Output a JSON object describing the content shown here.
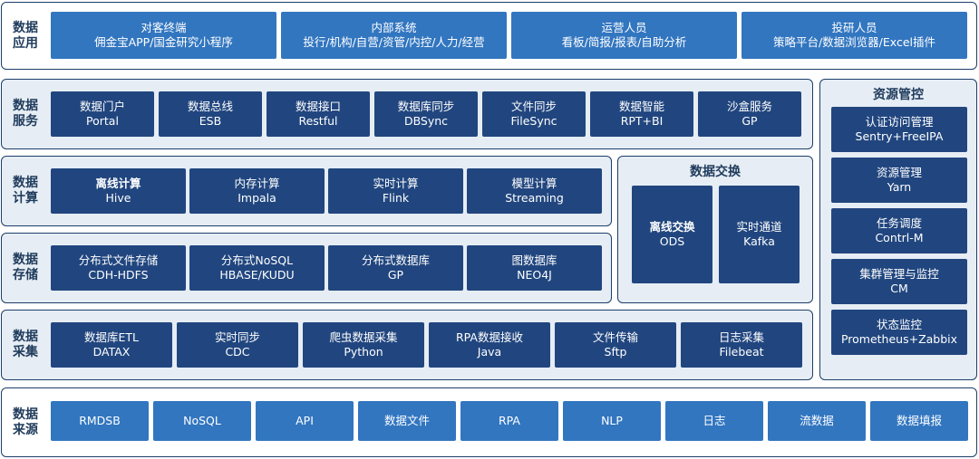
{
  "layers": {
    "application": {
      "title": [
        "数据",
        "应用"
      ],
      "items": [
        {
          "l1": "对客终端",
          "l2": "佣金宝APP/国金研究小程序"
        },
        {
          "l1": "内部系统",
          "l2": "投行/机构/自营/资管/内控/人力/经营"
        },
        {
          "l1": "运营人员",
          "l2": "看板/简报/报表/自助分析"
        },
        {
          "l1": "投研人员",
          "l2": "策略平台/数据浏览器/Excel插件"
        }
      ]
    },
    "service": {
      "title": [
        "数据",
        "服务"
      ],
      "items": [
        {
          "l1": "数据门户",
          "l2": "Portal"
        },
        {
          "l1": "数据总线",
          "l2": "ESB"
        },
        {
          "l1": "数据接口",
          "l2": "Restful"
        },
        {
          "l1": "数据库同步",
          "l2": "DBSync"
        },
        {
          "l1": "文件同步",
          "l2": "FileSync"
        },
        {
          "l1": "数据智能",
          "l2": "RPT+BI"
        },
        {
          "l1": "沙盒服务",
          "l2": "GP"
        }
      ]
    },
    "compute": {
      "title": [
        "数据",
        "计算"
      ],
      "items": [
        {
          "l1": "离线计算",
          "l2": "Hive"
        },
        {
          "l1": "内存计算",
          "l2": "Impala"
        },
        {
          "l1": "实时计算",
          "l2": "Flink"
        },
        {
          "l1": "模型计算",
          "l2": "Streaming"
        }
      ]
    },
    "storage": {
      "title": [
        "数据",
        "存储"
      ],
      "items": [
        {
          "l1": "分布式文件存储",
          "l2": "CDH-HDFS"
        },
        {
          "l1": "分布式NoSQL",
          "l2": "HBASE/KUDU"
        },
        {
          "l1": "分布式数据库",
          "l2": "GP"
        },
        {
          "l1": "图数据库",
          "l2": "NEO4J"
        }
      ]
    },
    "collect": {
      "title": [
        "数据",
        "采集"
      ],
      "items": [
        {
          "l1": "数据库ETL",
          "l2": "DATAX"
        },
        {
          "l1": "实时同步",
          "l2": "CDC"
        },
        {
          "l1": "爬虫数据采集",
          "l2": "Python"
        },
        {
          "l1": "RPA数据接收",
          "l2": "Java"
        },
        {
          "l1": "文件传输",
          "l2": "Sftp"
        },
        {
          "l1": "日志采集",
          "l2": "Filebeat"
        }
      ]
    },
    "source": {
      "title": [
        "数据",
        "来源"
      ],
      "items": [
        "RMDSB",
        "NoSQL",
        "API",
        "数据文件",
        "RPA",
        "NLP",
        "日志",
        "流数据",
        "数据填报"
      ]
    }
  },
  "exchange": {
    "title": "数据交换",
    "items": [
      {
        "l1": "离线交换",
        "l2": "ODS"
      },
      {
        "l1": "实时通道",
        "l2": "Kafka"
      }
    ]
  },
  "resource": {
    "title": "资源管控",
    "items": [
      {
        "l1": "认证访问管理",
        "l2": "Sentry+FreeIPA"
      },
      {
        "l1": "资源管理",
        "l2": "Yarn"
      },
      {
        "l1": "任务调度",
        "l2": "Contrl-M"
      },
      {
        "l1": "集群管理与监控",
        "l2": "CM"
      },
      {
        "l1": "状态监控",
        "l2": "Prometheus+Zabbix"
      }
    ]
  }
}
